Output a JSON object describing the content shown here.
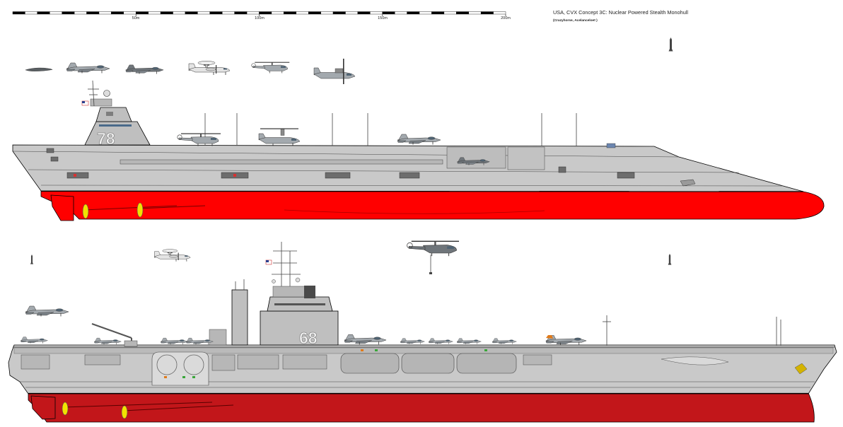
{
  "header": {
    "title": "USA, CVX Concept 3C: Nuclear Powered Stealth Monohull",
    "credits": "(Crazyhorse, Acelanceloet )"
  },
  "scale_bar": {
    "labels": [
      "50m",
      "100m",
      "150m",
      "200m"
    ]
  },
  "ships": [
    {
      "hull_number": "78"
    },
    {
      "hull_number": "68"
    }
  ],
  "colors": {
    "hull_gray": "#c9c9c9",
    "upper_ship_red": "#ff0000",
    "lower_ship_red": "#c2161a",
    "propeller": "#f2e200",
    "island_gray": "#bfbfbf"
  }
}
